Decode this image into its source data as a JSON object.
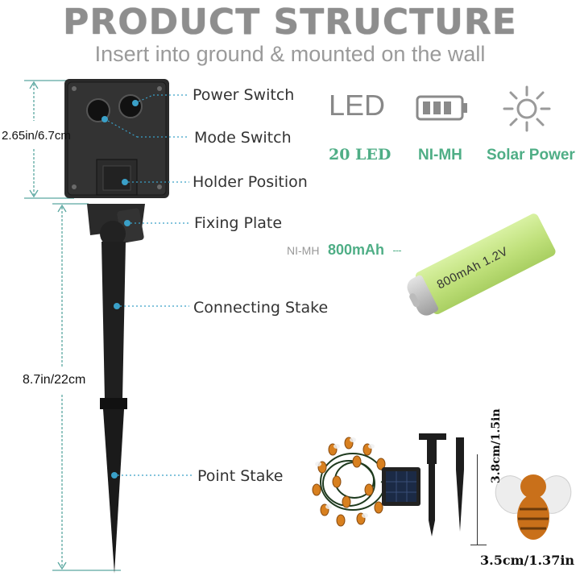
{
  "header": {
    "title": "PRODUCT STRUCTURE",
    "subtitle": "Insert into ground & mounted on the wall"
  },
  "parts": {
    "power_switch": "Power Switch",
    "mode_switch": "Mode Switch",
    "holder_position": "Holder Position",
    "fixing_plate": "Fixing Plate",
    "connecting_stake": "Connecting Stake",
    "point_stake": "Point Stake"
  },
  "dimensions": {
    "panel_height": "2.65in/6.7cm",
    "stake_height": "8.7in/22cm",
    "bee_height": "3.8cm/1.5in",
    "bee_width": "3.5cm/1.37in"
  },
  "features": {
    "led_icon_text": "LED",
    "led_label": "20 LED",
    "battery_label": "NI-MH",
    "solar_label": "Solar Power",
    "icons": [
      "led-text-icon",
      "battery-icon",
      "sun-icon"
    ]
  },
  "battery": {
    "type": "NI-MH",
    "capacity": "800mAh",
    "print": "800mAh 1.2V"
  },
  "colors": {
    "accent_green": "#4fae86",
    "dim_line": "#5aa7a0",
    "battery_green": "#c8e889",
    "bee_orange": "#c9701a"
  }
}
